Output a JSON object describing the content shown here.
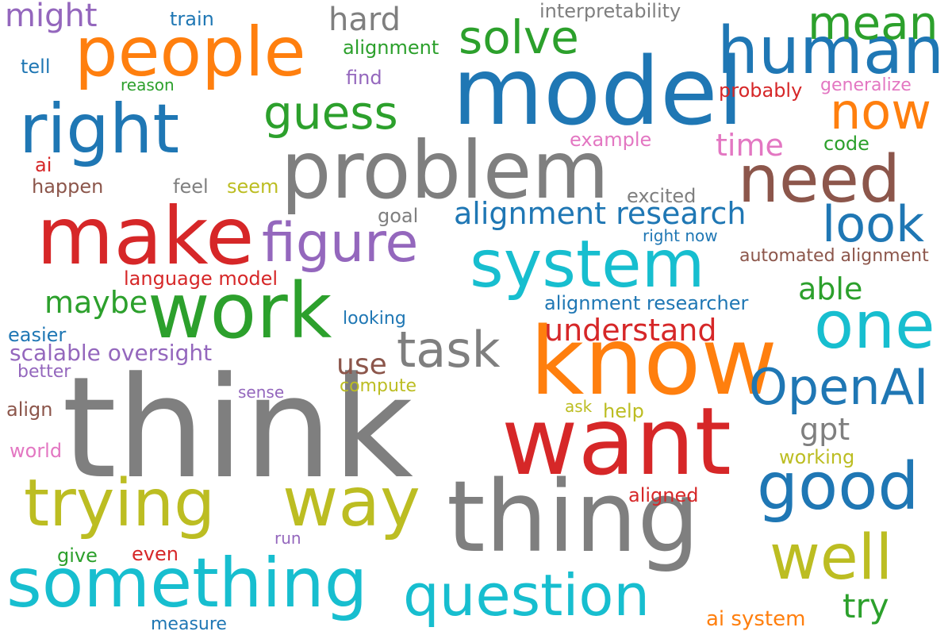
{
  "words": [
    {
      "text": "think",
      "color": "#7f7f7f"
    },
    {
      "text": "know",
      "color": "#ff7f0e"
    },
    {
      "text": "want",
      "color": "#d62728"
    },
    {
      "text": "thing",
      "color": "#7f7f7f"
    },
    {
      "text": "model",
      "color": "#1f77b4"
    },
    {
      "text": "problem",
      "color": "#7f7f7f"
    },
    {
      "text": "work",
      "color": "#2ca02c"
    },
    {
      "text": "make",
      "color": "#d62728"
    },
    {
      "text": "system",
      "color": "#17becf"
    },
    {
      "text": "people",
      "color": "#ff7f0e"
    },
    {
      "text": "right",
      "color": "#1f77b4"
    },
    {
      "text": "human",
      "color": "#1f77b4"
    },
    {
      "text": "something",
      "color": "#17becf"
    },
    {
      "text": "trying",
      "color": "#bcbd22"
    },
    {
      "text": "way",
      "color": "#bcbd22"
    },
    {
      "text": "need",
      "color": "#8c564b"
    },
    {
      "text": "good",
      "color": "#1f77b4"
    },
    {
      "text": "question",
      "color": "#17becf"
    },
    {
      "text": "one",
      "color": "#17becf"
    },
    {
      "text": "well",
      "color": "#bcbd22"
    },
    {
      "text": "figure",
      "color": "#9467bd"
    },
    {
      "text": "task",
      "color": "#7f7f7f"
    },
    {
      "text": "OpenAI",
      "color": "#1f77b4"
    },
    {
      "text": "solve",
      "color": "#2ca02c"
    },
    {
      "text": "guess",
      "color": "#2ca02c"
    },
    {
      "text": "now",
      "color": "#ff7f0e"
    },
    {
      "text": "look",
      "color": "#1f77b4"
    },
    {
      "text": "mean",
      "color": "#2ca02c"
    },
    {
      "text": "alignment research",
      "color": "#1f77b4"
    },
    {
      "text": "understand",
      "color": "#d62728"
    },
    {
      "text": "hard",
      "color": "#7f7f7f"
    },
    {
      "text": "might",
      "color": "#9467bd"
    },
    {
      "text": "maybe",
      "color": "#2ca02c"
    },
    {
      "text": "able",
      "color": "#2ca02c"
    },
    {
      "text": "gpt",
      "color": "#7f7f7f"
    },
    {
      "text": "try",
      "color": "#2ca02c"
    },
    {
      "text": "time",
      "color": "#e377c2"
    },
    {
      "text": "use",
      "color": "#8c564b"
    },
    {
      "text": "scalable oversight",
      "color": "#9467bd"
    },
    {
      "text": "alignment researcher",
      "color": "#1f77b4"
    },
    {
      "text": "language model",
      "color": "#d62728"
    },
    {
      "text": "automated alignment",
      "color": "#8c564b"
    },
    {
      "text": "interpretability",
      "color": "#7f7f7f"
    },
    {
      "text": "alignment",
      "color": "#2ca02c"
    },
    {
      "text": "probably",
      "color": "#d62728"
    },
    {
      "text": "generalize",
      "color": "#e377c2"
    },
    {
      "text": "example",
      "color": "#e377c2"
    },
    {
      "text": "code",
      "color": "#2ca02c"
    },
    {
      "text": "ai system",
      "color": "#ff7f0e"
    },
    {
      "text": "train",
      "color": "#1f77b4"
    },
    {
      "text": "tell",
      "color": "#1f77b4"
    },
    {
      "text": "reason",
      "color": "#2ca02c"
    },
    {
      "text": "find",
      "color": "#9467bd"
    },
    {
      "text": "ai",
      "color": "#d62728"
    },
    {
      "text": "happen",
      "color": "#8c564b"
    },
    {
      "text": "feel",
      "color": "#7f7f7f"
    },
    {
      "text": "seem",
      "color": "#bcbd22"
    },
    {
      "text": "excited",
      "color": "#7f7f7f"
    },
    {
      "text": "goal",
      "color": "#7f7f7f"
    },
    {
      "text": "right now",
      "color": "#1f77b4"
    },
    {
      "text": "easier",
      "color": "#1f77b4"
    },
    {
      "text": "looking",
      "color": "#1f77b4"
    },
    {
      "text": "better",
      "color": "#9467bd"
    },
    {
      "text": "sense",
      "color": "#9467bd"
    },
    {
      "text": "compute",
      "color": "#bcbd22"
    },
    {
      "text": "align",
      "color": "#8c564b"
    },
    {
      "text": "ask",
      "color": "#bcbd22"
    },
    {
      "text": "help",
      "color": "#bcbd22"
    },
    {
      "text": "world",
      "color": "#e377c2"
    },
    {
      "text": "working",
      "color": "#bcbd22"
    },
    {
      "text": "aligned",
      "color": "#d62728"
    },
    {
      "text": "run",
      "color": "#9467bd"
    },
    {
      "text": "give",
      "color": "#2ca02c"
    },
    {
      "text": "even",
      "color": "#d62728"
    },
    {
      "text": "measure",
      "color": "#1f77b4"
    }
  ]
}
